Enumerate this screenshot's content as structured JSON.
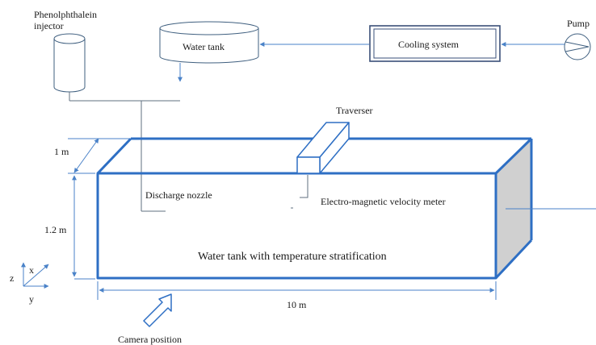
{
  "labels": {
    "injector_line1": "Phenolphthalein",
    "injector_line2": "injector",
    "water_tank": "Water tank",
    "cooling_system": "Cooling system",
    "pump": "Pump",
    "traverser": "Traverser",
    "dim_width": "1 m",
    "dim_height": "1.2 m",
    "dim_length": "10 m",
    "discharge_nozzle": "Discharge nozzle",
    "velocity_meter": "Electro-magnetic velocity meter",
    "main_tank": "Water tank with temperature stratification",
    "camera_position": "Camera position",
    "axis_x": "x",
    "axis_y": "y",
    "axis_z": "z"
  },
  "colors": {
    "tank_edge": "#2e6fc4",
    "line": "#4a82c8",
    "pipe": "#5f6f7f",
    "side_face": "#d0d0d0",
    "cylinder": "#3f5f7f"
  }
}
